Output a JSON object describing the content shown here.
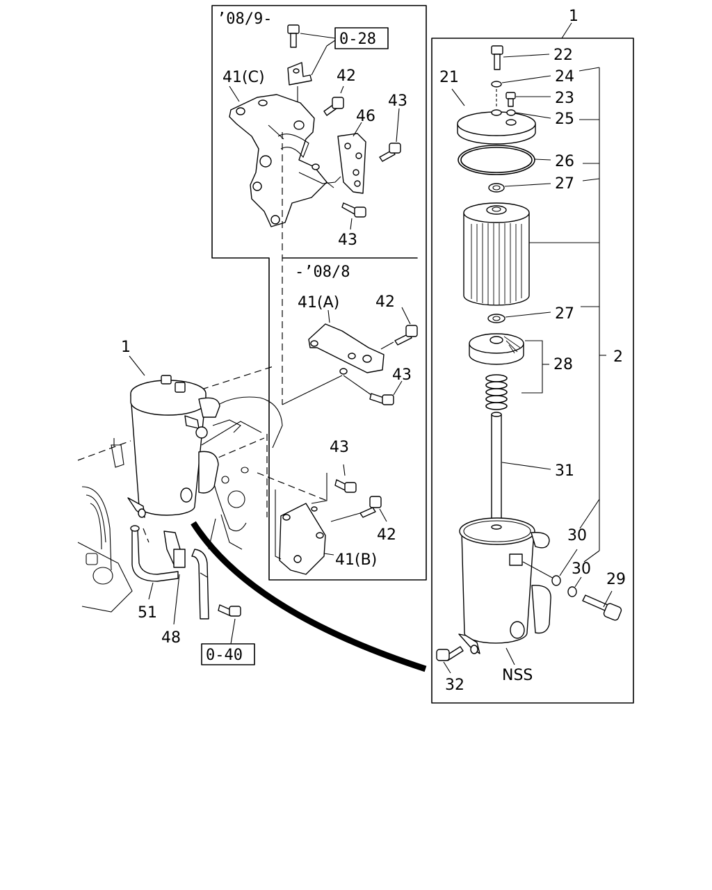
{
  "labels": {
    "top_1": "1",
    "p22": "22",
    "p24": "24",
    "p23": "23",
    "p21": "21",
    "p25": "25",
    "p26": "26",
    "p27a": "27",
    "p27b": "27",
    "p28": "28",
    "p2": "2",
    "p31": "31",
    "p30a": "30",
    "p30b": "30",
    "p29": "29",
    "p32": "32",
    "nss": "NSS",
    "ref_028": "0-28",
    "ref_040": "0-40",
    "date_new": "’08/9-",
    "date_old": "-’08/8",
    "p41c": "41(C)",
    "p42a": "42",
    "p43a": "43",
    "p46": "46",
    "p43b": "43",
    "p41a": "41(A)",
    "p42b": "42",
    "p43c": "43",
    "p43d": "43",
    "p42c": "42",
    "p41b": "41(B)",
    "left_1": "1",
    "p51": "51",
    "p48": "48"
  }
}
